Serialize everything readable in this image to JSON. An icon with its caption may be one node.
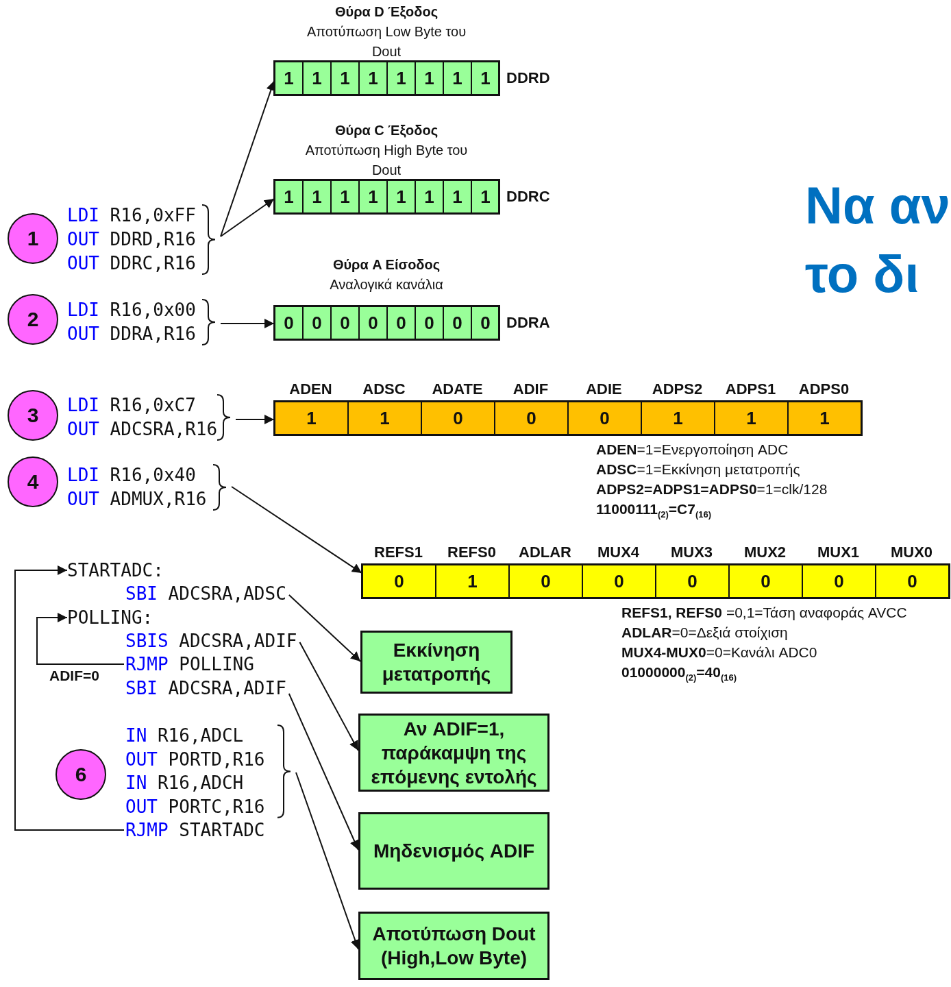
{
  "diagram": {
    "title": "Να αν το δι",
    "nodes": [
      {
        "text": [
          "1"
        ]
      },
      {
        "text": [
          "LDI R16,0xFF",
          "OUT DDRD,R16",
          "OUT DDRC,R16"
        ]
      },
      {
        "text": [
          "Θύρα D Έξοδος",
          "Αποτύπωση Low Byte του Dout"
        ],
        "beside": [
          "DDRD"
        ]
      },
      {
        "text": [
          "1"
        ],
        "in": 2
      },
      {
        "text": [
          "1"
        ],
        "in": 2
      },
      {
        "text": [
          "1"
        ],
        "in": 2
      },
      {
        "text": [
          "1"
        ],
        "in": 2
      },
      {
        "text": [
          "1"
        ],
        "in": 2
      },
      {
        "text": [
          "1"
        ],
        "in": 2
      },
      {
        "text": [
          "1"
        ],
        "in": 2
      },
      {
        "text": [
          "1"
        ],
        "in": 2
      },
      {
        "text": [
          "Θύρα C Έξοδος",
          "Αποτύπωση High Byte του Dout"
        ],
        "beside": [
          "DDRC"
        ]
      },
      {
        "text": [
          "1"
        ],
        "in": 11
      },
      {
        "text": [
          "1"
        ],
        "in": 11
      },
      {
        "text": [
          "1"
        ],
        "in": 11
      },
      {
        "text": [
          "1"
        ],
        "in": 11
      },
      {
        "text": [
          "1"
        ],
        "in": 11
      },
      {
        "text": [
          "1"
        ],
        "in": 11
      },
      {
        "text": [
          "1"
        ],
        "in": 11
      },
      {
        "text": [
          "1"
        ],
        "in": 11
      },
      {
        "text": [
          "2"
        ]
      },
      {
        "text": [
          "LDI R16,0x00",
          "OUT DDRA,R16"
        ]
      },
      {
        "text": [
          "Θύρα A Είσοδος",
          "Αναλογικά κανάλια"
        ],
        "beside": [
          "DDRA"
        ]
      },
      {
        "text": [
          "0"
        ],
        "in": 22
      },
      {
        "text": [
          "0"
        ],
        "in": 22
      },
      {
        "text": [
          "0"
        ],
        "in": 22
      },
      {
        "text": [
          "0"
        ],
        "in": 22
      },
      {
        "text": [
          "0"
        ],
        "in": 22
      },
      {
        "text": [
          "0"
        ],
        "in": 22
      },
      {
        "text": [
          "0"
        ],
        "in": 22
      },
      {
        "text": [
          "0"
        ],
        "in": 22
      },
      {
        "text": [
          "3"
        ]
      },
      {
        "text": [
          "LDI R16,0xC7",
          "OUT ADCSRA,R16"
        ]
      },
      {
        "text": [],
        "shape": "bar",
        "beside": [
          "**ADEN**=1=Ενεργοποίηση ADC",
          "**ADSC**=1=Εκκίνηση μετατροπής",
          "**ADPS2=ADPS1=ADPS0**=1=clk/128",
          "**11000111**$_{(2)}$**=C7**$_{(16)}$"
        ]
      },
      {
        "text": [
          "ADEN",
          "1"
        ],
        "in": 33
      },
      {
        "text": [
          "ADSC",
          "1"
        ],
        "in": 33
      },
      {
        "text": [
          "ADATE",
          "0"
        ],
        "in": 33
      },
      {
        "text": [
          "ADIF",
          "0"
        ],
        "in": 33
      },
      {
        "text": [
          "ADIE",
          "0"
        ],
        "in": 33
      },
      {
        "text": [
          "ADPS2",
          "1"
        ],
        "in": 33
      },
      {
        "text": [
          "ADPS1",
          "1"
        ],
        "in": 33
      },
      {
        "text": [
          "ADPS0",
          "1"
        ],
        "in": 33
      },
      {
        "text": [
          "4"
        ]
      },
      {
        "text": [
          "LDI R16,0x40",
          "OUT ADMUX,R16"
        ]
      },
      {
        "text": [],
        "shape": "bar",
        "beside": [
          "**REFS1, REFS0** =0,1=Τάση αναφοράς AVCC",
          "**ADLAR**=0=Δεξιά στοίχιση",
          "**MUX4-MUX0**=0=Κανάλι ADC0",
          "**01000000**$_{(2)}$**=40**$_{(16)}$"
        ]
      },
      {
        "text": [
          "REFS1",
          "0"
        ],
        "in": 44
      },
      {
        "text": [
          "REFS0",
          "1"
        ],
        "in": 44
      },
      {
        "text": [
          "ADLAR",
          "0"
        ],
        "in": 44
      },
      {
        "text": [
          "MUX4",
          "0"
        ],
        "in": 44
      },
      {
        "text": [
          "MUX3",
          "0"
        ],
        "in": 44
      },
      {
        "text": [
          "MUX2",
          "0"
        ],
        "in": 44
      },
      {
        "text": [
          "MUX1",
          "0"
        ],
        "in": 44
      },
      {
        "text": [
          "MUX0",
          "0"
        ],
        "in": 44
      },
      {
        "text": [
          "STARTADC:"
        ]
      },
      {
        "text": [
          "SBI ADCSRA,ADSC"
        ]
      },
      {
        "text": [
          "POLLING:"
        ]
      },
      {
        "text": [
          "SBIS ADCSRA,ADIF"
        ]
      },
      {
        "text": [
          "RJMP POLLING"
        ]
      },
      {
        "text": [
          "SBI ADCSRA,ADIF"
        ]
      },
      {
        "text": [
          "6"
        ]
      },
      {
        "text": [
          "IN R16,ADCL",
          "OUT PORTD,R16",
          "IN R16,ADCH",
          "OUT PORTC,R16"
        ]
      },
      {
        "text": [
          "RJMP STARTADC"
        ]
      },
      {
        "text": [
          "Εκκίνηση μετατροπής"
        ]
      },
      {
        "text": [
          "Αν ADIF=1, παράκαμψη της επόμενης εντολής"
        ]
      },
      {
        "text": [
          "Μηδενισμός ADIF"
        ]
      },
      {
        "text": [
          "Αποτύπωση Dout (High,Low Byte)"
        ]
      }
    ],
    "edges": [
      {
        "from": 1,
        "to": 2,
        "arrow": "to"
      },
      {
        "from": 1,
        "to": 11,
        "arrow": "to"
      },
      {
        "from": 21,
        "to": 22,
        "arrow": "to"
      },
      {
        "from": 32,
        "to": 33,
        "arrow": "to"
      },
      {
        "from": 43,
        "to": 44,
        "arrow": "to"
      },
      {
        "from": 61,
        "to": 53,
        "arrow": "to"
      },
      {
        "from": 57,
        "to": 55,
        "arrow": "to",
        "label": "ADIF=0"
      },
      {
        "from": 54,
        "to": 62,
        "arrow": "to"
      },
      {
        "from": 56,
        "to": 63,
        "arrow": "to"
      },
      {
        "from": 58,
        "to": 64,
        "arrow": "to"
      },
      {
        "from": 60,
        "to": 65,
        "arrow": "to"
      }
    ]
  }
}
